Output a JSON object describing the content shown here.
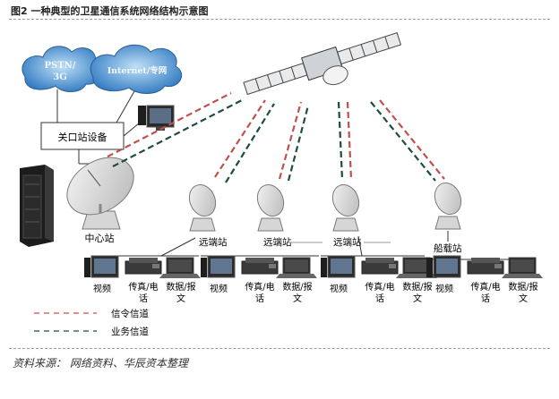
{
  "title": "图2 一种典型的卫星通信系统网络结构示意图",
  "clouds": {
    "pstn": [
      "PSTN/",
      "3G"
    ],
    "internet": "Internet/专网"
  },
  "gateway_label": "关口站设备",
  "center_label": "中心站",
  "stations": [
    {
      "name": "远端站"
    },
    {
      "name": "远端站"
    },
    {
      "name": "远端站"
    },
    {
      "name": "船载站"
    }
  ],
  "devices": {
    "video": "视频",
    "fax": [
      "传真/电",
      "话"
    ],
    "data": [
      "数据/报",
      "文"
    ]
  },
  "legend": {
    "signal": "信令信道",
    "service": "业务信道"
  },
  "colors": {
    "signal": "#c0504d",
    "service": "#1e4e3a",
    "cloud": "#3b7fc4"
  },
  "source": "资料来源：   网络资料、华辰资本整理"
}
